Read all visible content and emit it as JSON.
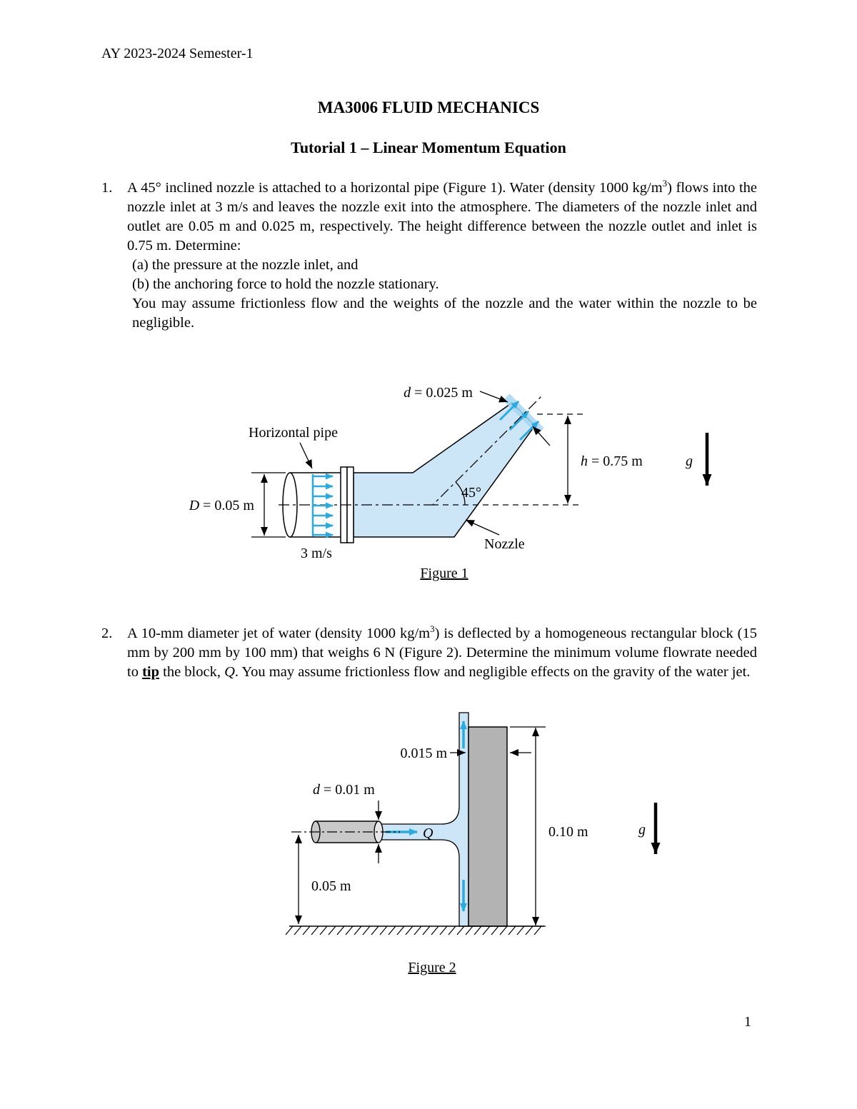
{
  "header": "AY 2023-2024 Semester-1",
  "title": "MA3006 FLUID MECHANICS",
  "subtitle": "Tutorial 1 – Linear Momentum Equation",
  "problems": {
    "p1": {
      "number": "1.",
      "intro_a": "A 45° inclined nozzle is attached to a horizontal pipe (Figure 1). Water (density 1000 kg/m",
      "sup": "3",
      "intro_b": ") flows into the nozzle inlet at 3 m/s and leaves the nozzle exit into the atmosphere. The diameters of the nozzle inlet and outlet are 0.05 m and 0.025 m, respectively. The height difference between the nozzle outlet and inlet is 0.75 m. Determine:",
      "item_a": "(a) the pressure at the nozzle inlet, and",
      "item_b": "(b) the anchoring force to hold the nozzle stationary.",
      "note": "You may assume frictionless flow and the weights of the nozzle and the water within the nozzle to be negligible."
    },
    "p2": {
      "number": "2.",
      "seg1": "A 10-mm diameter jet of water (density 1000 kg/m",
      "sup": "3",
      "seg2": ") is deflected by a homogeneous rectangular block (15 mm by 200 mm by 100 mm) that weighs 6 N (Figure 2). Determine the minimum volume flowrate needed to ",
      "tip_word": "tip",
      "seg3": " the block, ",
      "q_var": "Q",
      "seg4": ". You may assume frictionless flow and negligible effects on the gravity of the water jet."
    }
  },
  "figure1": {
    "caption": "Figure 1",
    "labels": {
      "d_var": "d",
      "d_val": " = 0.025 m",
      "horizontal_pipe": "Horizontal pipe",
      "h_var": "h",
      "h_val": " = 0.75 m",
      "g_var": "g",
      "angle": "45°",
      "D_var": "D",
      "D_val": " = 0.05 m",
      "inlet_velocity": "3 m/s",
      "nozzle": "Nozzle"
    }
  },
  "figure2": {
    "caption": "Figure 2",
    "labels": {
      "block_width": "0.015 m",
      "d_var": "d",
      "d_val": " = 0.01 m",
      "q_var": "Q",
      "block_height": "0.10 m",
      "g_var": "g",
      "jet_height": "0.05 m"
    }
  },
  "page_number": "1",
  "colors": {
    "water_fill": "#cde6f7",
    "flow_arrow": "#29abe2",
    "exit_plane": "#a5d8f3",
    "block_gray": "#b3b3b3",
    "pipe_gray": "#c9c9c9"
  }
}
